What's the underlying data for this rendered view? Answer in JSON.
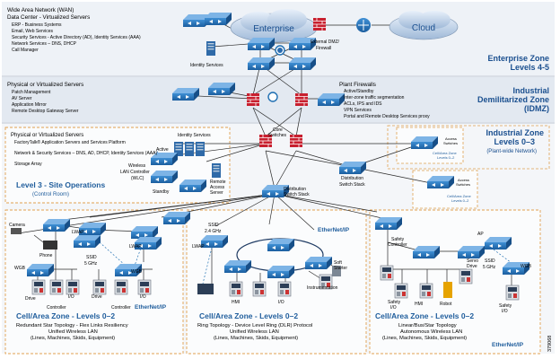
{
  "zones": {
    "enterprise": {
      "title": "Enterprise Zone",
      "levels": "Levels 4-5"
    },
    "idmz": {
      "title": "Industrial",
      "title2": "Demilitarized Zone",
      "abbr": "(IDMZ)"
    },
    "industrial": {
      "title": "Industrial Zone",
      "levels": "Levels 0–3",
      "sub": "(Plant-wide Network)"
    },
    "site_ops": {
      "title": "Level 3 - Site Operations",
      "sub": "(Control Room)"
    }
  },
  "clouds": {
    "enterprise": "Enterprise",
    "internet": "Cloud"
  },
  "wan_block": {
    "line1": "Wide Area Network (WAN)",
    "line2": "Data Center - Virtualized Servers",
    "bullets": [
      "ERP - Business Systems",
      "Email, Web Services",
      "Security Services - Active Directory (AD), Identity Services (AAA)",
      "Network Services – DNS, DHCP",
      "Call Manager"
    ]
  },
  "dmz_servers": {
    "title": "Physical or Virtualized Servers",
    "bullets": [
      "Patch Management",
      "AV Server",
      "Application Mirror",
      "Remote Desktop Gateway Server"
    ]
  },
  "firewalls": {
    "title": "Plant Firewalls",
    "bullets": [
      "Active/Standby",
      "Inter-zone traffic segmentation",
      "ACLs, IPS and IDS",
      "VPN Services",
      "Portal and Remote Desktop Services proxy"
    ]
  },
  "site_servers": {
    "title": "Physical or Virtualized Servers",
    "bullets": [
      "FactoryTalk® Application Servers and Services Platform",
      "Network & Security Services – DNS, AD, DHCP, Identity Services (AAA)",
      "Storage Array"
    ]
  },
  "labels": {
    "identity_top": "Identity Services",
    "ext_dmz": "External DMZ/",
    "ext_dmz2": "Firewall",
    "identity_mid": "Identity Services",
    "active": "Active",
    "standby": "Standby",
    "wlc": "Wireless",
    "wlc2": "LAN Controller",
    "wlc3": "(WLC)",
    "remote": "Remote",
    "remote2": "Access",
    "remote3": "Server",
    "core": "Core",
    "core2": "Switches",
    "dist_left": "Distribution",
    "dist_left2": "Switch Stack",
    "dist_right": "Distribution",
    "dist_right2": "Switch Stack",
    "access_sw_top": "Access",
    "access_sw_top2": "Switches",
    "cell_zone_top": "Cell/Area Zone",
    "cell_zone_top2": "Levels 0–2",
    "access_sw_bot": "Access",
    "access_sw_bot2": "Switches",
    "cell_zone_bot": "Cell/Area Zone",
    "cell_zone_bot2": "Levels 0–2",
    "camera": "Camera",
    "phone": "Phone",
    "lwap1": "LWAP",
    "lwap2": "LWAP",
    "lwap3": "LWAP",
    "ssid1": "SSID",
    "ssid1b": "5 GHz",
    "ssid2": "SSID",
    "ssid2b": "2.4 GHz",
    "ssid3": "SSID",
    "ssid3b": "5 GHz",
    "wgb1": "WGB",
    "wgb2": "WGB",
    "wgb3": "WGB",
    "drive1": "Drive",
    "drive2": "Drive",
    "io1": "I/O",
    "io2": "I/O",
    "controller1": "Controller",
    "controller2": "Controller",
    "ethernetip1": "EtherNet/IP",
    "ethernetip2": "EtherNet/IP",
    "ethernetip3": "EtherNet/IP",
    "soft": "Soft",
    "soft2": "Starter",
    "instrumentation": "Instrumentation",
    "io_mid": "I/O",
    "hmi_mid": "HMI",
    "safety_ctrl": "Safety",
    "safety_ctrl2": "Controller",
    "ap": "AP",
    "servo": "Servo",
    "servo2": "Drive",
    "safety_io1": "Safety",
    "safety_io1b": "I/O",
    "hmi_r": "HMI",
    "robot": "Robot",
    "safety_io2": "Safety",
    "safety_io2b": "I/O",
    "fig_id": "379068"
  },
  "cells": [
    {
      "title": "Cell/Area Zone - Levels 0–2",
      "l1": "Redundant Star Topology - Flex Links Resiliency",
      "l2": "Unified Wireless LAN",
      "l3": "(Lines, Machines, Skids, Equipment)"
    },
    {
      "title": "Cell/Area Zone - Levels 0–2",
      "l1": "Ring Topology - Device Level Ring (DLR) Protocol",
      "l2": "Unified Wireless LAN",
      "l3": "(Lines, Machines, Skids, Equipment)"
    },
    {
      "title": "Cell/Area Zone - Levels 0–2",
      "l1": "Linear/Bus/Star Topology",
      "l2": "Autonomous Wireless LAN",
      "l3": "(Lines, Machines, Skids, Equipment)"
    }
  ],
  "colors": {
    "zone_title": "#1a4f8f",
    "device": "#1f6fb2",
    "link": "#2b2b2b",
    "zone_bg": "#e9eef5",
    "firewall": "#c8202f",
    "dash_border": "#e0a050"
  }
}
